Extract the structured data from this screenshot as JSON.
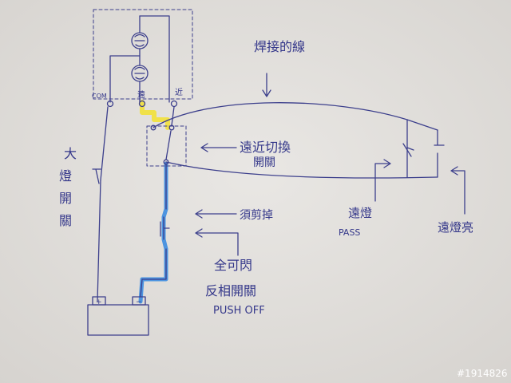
{
  "diagram": {
    "labels": {
      "com": "COM",
      "far": "遠",
      "near": "近",
      "weld": "焊接的線",
      "switch_a": "遠近切換",
      "switch_b": "開關",
      "headlight_1": "大",
      "headlight_2": "燈",
      "headlight_3": "開",
      "headlight_4": "關",
      "cut_off": "須剪掉",
      "flash": "全可閃",
      "inverse": "反相開關",
      "push_off": "PUSH OFF",
      "pass_1": "遠燈",
      "pass_2": "PASS",
      "high_on": "遠燈亮",
      "plus": "+",
      "minus": "−"
    },
    "watermark": "#1914826",
    "colors": {
      "paper": "#e4e2df",
      "ink": "#3c3f8c",
      "highlight_yellow": "#f2e13a",
      "highlight_blue": "#3d8de0"
    }
  }
}
